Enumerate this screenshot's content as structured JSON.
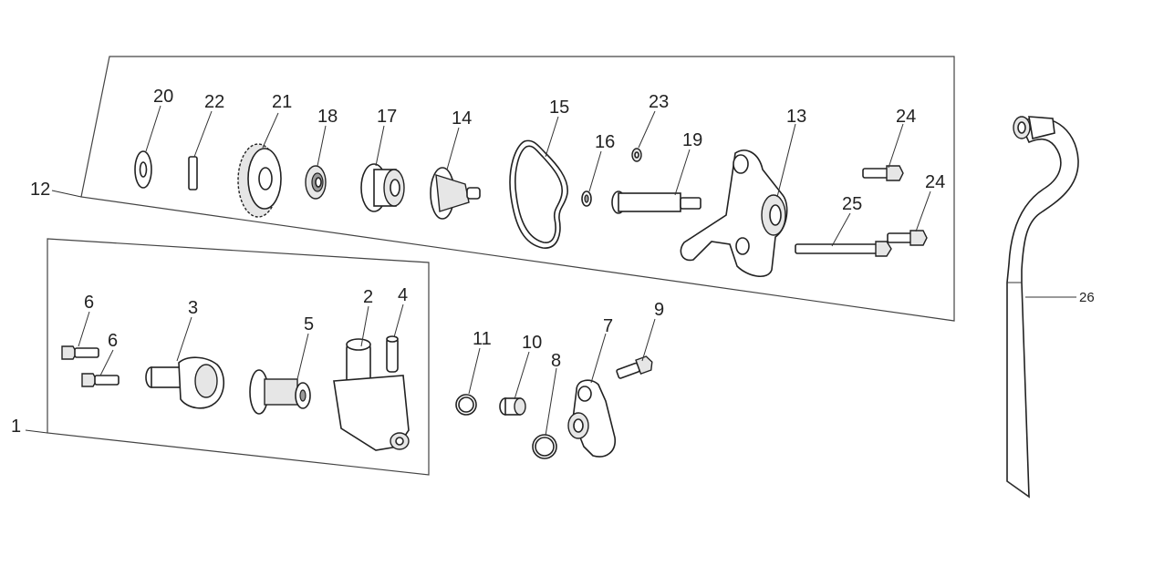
{
  "labels": {
    "p1": "1",
    "p2": "2",
    "p3": "3",
    "p4": "4",
    "p5": "5",
    "p6a": "6",
    "p6b": "6",
    "p7": "7",
    "p8": "8",
    "p9": "9",
    "p10": "10",
    "p11": "11",
    "p12": "12",
    "p13": "13",
    "p14": "14",
    "p15": "15",
    "p16": "16",
    "p17": "17",
    "p18": "18",
    "p19": "19",
    "p20": "20",
    "p21": "21",
    "p22": "22",
    "p23": "23",
    "p24a": "24",
    "p24b": "24",
    "p25": "25",
    "p26": "26"
  }
}
